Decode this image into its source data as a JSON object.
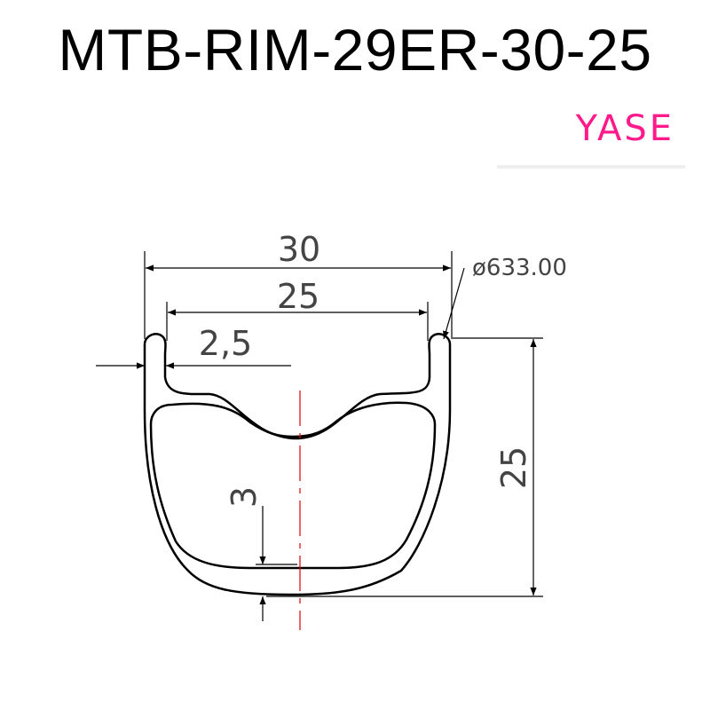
{
  "title": "MTB-RIM-29ER-30-25",
  "brand": "YASE",
  "colors": {
    "line": "#000000",
    "dim_text": "#444444",
    "centerline": "#e00000",
    "brand": "#ff1a8c"
  },
  "dimensions": {
    "outer_width": "30",
    "inner_width": "25",
    "wall_thickness": "2,5",
    "rim_height": "25",
    "bottom_thickness": "3",
    "diameter": "ø633.00"
  }
}
